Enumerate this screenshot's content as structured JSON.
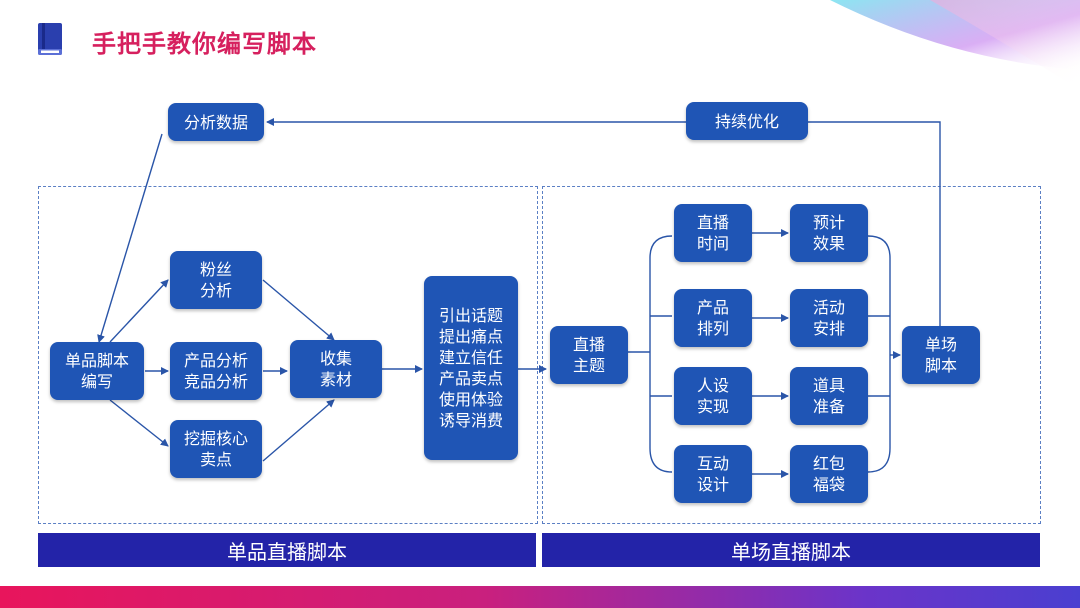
{
  "title": "手把手教你编写脚本",
  "colors": {
    "box": "#1f55b5",
    "band": "#2323a8",
    "title": "#d6205e",
    "line": "#2a55a8"
  },
  "nodes": {
    "analysis_data": "分析数据",
    "optimize": "持续优化",
    "single_script": "单品脚本\n编写",
    "fans": "粉丝\n分析",
    "product_analysis": "产品分析\n竞品分析",
    "dig_points": "挖掘核心\n卖点",
    "collect": "收集\n素材",
    "flow": "引出话题\n提出痛点\n建立信任\n产品卖点\n使用体验\n诱导消费",
    "live_theme": "直播\n主题",
    "live_time": "直播\n时间",
    "expect": "预计\n效果",
    "product_order": "产品\n排列",
    "activity": "活动\n安排",
    "persona": "人设\n实现",
    "props": "道具\n准备",
    "interaction": "互动\n设计",
    "red_packet": "红包\n福袋",
    "session_script": "单场\n脚本"
  },
  "bands": {
    "left": "单品直播脚本",
    "right": "单场直播脚本"
  }
}
